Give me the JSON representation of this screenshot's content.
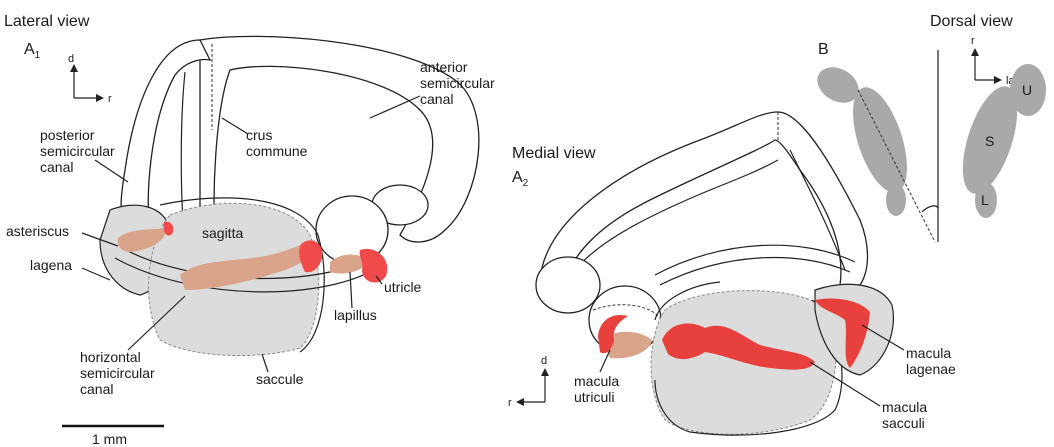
{
  "colors": {
    "macula": "#e8403c",
    "macula_light": "#f04a4a",
    "otolith": "#d9a48a",
    "sac_fill": "#dcdcdc",
    "dorsal_shape": "#a9a9a9"
  },
  "panels": {
    "lateral": {
      "title": "Lateral view",
      "id_main": "A",
      "id_sub": "1"
    },
    "medial": {
      "title": "Medial view",
      "id_main": "A",
      "id_sub": "2"
    },
    "dorsal": {
      "title": "Dorsal view",
      "id": "B"
    }
  },
  "orientation": {
    "lateral": {
      "up": "d",
      "side": "r"
    },
    "dorsal": {
      "up": "r",
      "side": "la"
    },
    "medial": {
      "up": "d",
      "side": "r"
    }
  },
  "labels": {
    "anterior_semicircular_canal": [
      "anterior",
      "semicircular",
      "canal"
    ],
    "crus_commune": [
      "crus",
      "commune"
    ],
    "posterior_semicircular_canal": [
      "posterior",
      "semicircular",
      "canal"
    ],
    "asteriscus": "asteriscus",
    "lagena": "lagena",
    "sagitta": "sagitta",
    "utricle": "utricle",
    "lapillus": "lapillus",
    "horizontal_semicircular_canal": [
      "horizontal",
      "semicircular",
      "canal"
    ],
    "saccule": "saccule",
    "macula_utriculi": [
      "macula",
      "utriculi"
    ],
    "macula_sacculi": [
      "macula",
      "sacculi"
    ],
    "macula_lagenae": [
      "macula",
      "lagenae"
    ],
    "dorsal_U": "U",
    "dorsal_S": "S",
    "dorsal_L": "L"
  },
  "scale_bar": {
    "label": "1 mm"
  }
}
